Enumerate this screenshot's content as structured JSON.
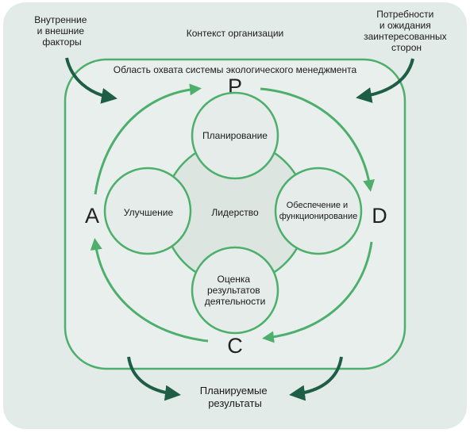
{
  "colors": {
    "outer_background": "#e3ebe8",
    "inner_background": "#e9efec",
    "green": "#4daf6b",
    "dark_arrow": "#1f5e46",
    "circle_fill": "#e6ece9",
    "center_fill": "#dde5e1"
  },
  "context": {
    "title": "Контекст организации",
    "internal_external": [
      "Внутренние",
      "и внешние",
      "факторы"
    ],
    "needs_expectations": [
      "Потребности",
      "и ожидания",
      "заинтересованных",
      "сторон"
    ]
  },
  "scope": {
    "title": "Область охвата системы экологического менеджмента"
  },
  "cycle": {
    "p": "P",
    "d": "D",
    "c": "C",
    "a": "A"
  },
  "elements": {
    "leadership": "Лидерство",
    "planning": "Планирование",
    "support_operation": [
      "Обеспечение и",
      "функционирование"
    ],
    "evaluation": [
      "Оценка",
      "результатов",
      "деятельности"
    ],
    "improvement": "Улучшение"
  },
  "outcomes": [
    "Планируемые",
    "результаты"
  ]
}
